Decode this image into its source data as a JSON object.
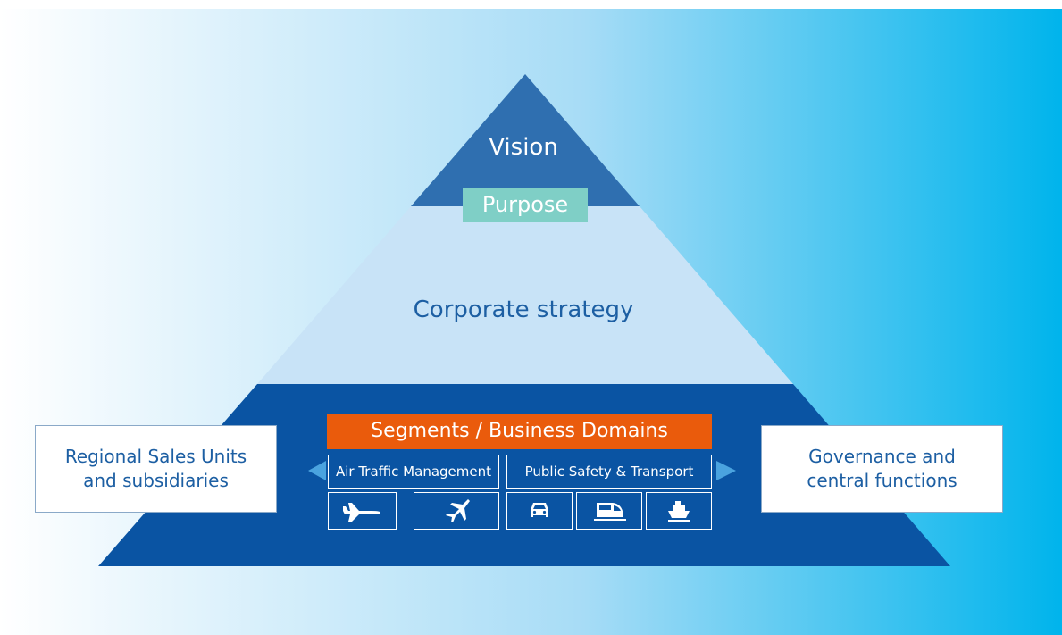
{
  "pyramid": {
    "vision": "Vision",
    "purpose": "Purpose",
    "strategy": "Corporate strategy",
    "segments_header": "Segments / Business Domains",
    "domains": [
      {
        "label": "Air Traffic Management",
        "icons": [
          "airplane-icon",
          "fighter-jet-icon"
        ]
      },
      {
        "label": "Public Safety & Transport",
        "icons": [
          "car-icon",
          "train-icon",
          "ship-icon"
        ]
      }
    ]
  },
  "side_boxes": {
    "left": "Regional Sales Units\nand subsidiaries",
    "right": "Governance and\ncentral functions"
  },
  "colors": {
    "background_left": "#ffffff",
    "background_right": "#00b4ec",
    "apex": "#2f6fb0",
    "middle": "#c8e3f7",
    "base": "#0a54a3",
    "purpose": "#7fcfc6",
    "segments": "#ea5b0c",
    "text_blue": "#1d5fa3"
  }
}
